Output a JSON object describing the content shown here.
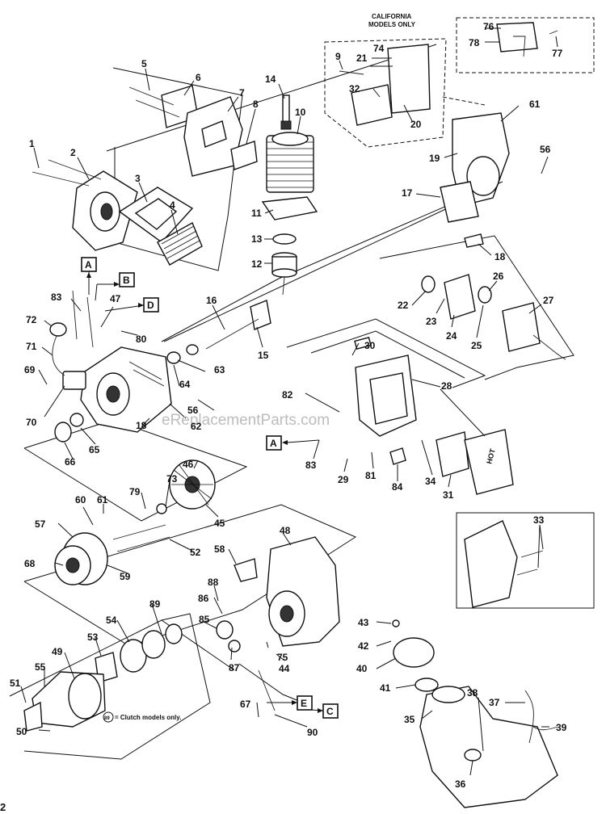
{
  "header": {
    "california_line1": "CALIFORNIA",
    "california_line2": "MODELS ONLY"
  },
  "watermark": "eReplacementParts.com",
  "note": {
    "marker": "89",
    "text": "= Clutch models only."
  },
  "muffler_tag": "HOT",
  "corner_mark": "2",
  "ref_labels": {
    "A_top": "A",
    "B": "B",
    "D": "D",
    "A_mid": "A",
    "E": "E",
    "C": "C"
  },
  "parts": {
    "p1": "1",
    "p2": "2",
    "p3": "3",
    "p4": "4",
    "p5": "5",
    "p6": "6",
    "p7": "7",
    "p8": "8",
    "p9": "9",
    "p10": "10",
    "p11": "11",
    "p12": "12",
    "p13": "13",
    "p14": "14",
    "p15": "15",
    "p16": "16",
    "p17": "17",
    "p18a": "18",
    "p18b": "18",
    "p19": "19",
    "p20": "20",
    "p21": "21",
    "p22": "22",
    "p23": "23",
    "p24": "24",
    "p25": "25",
    "p26": "26",
    "p27": "27",
    "p28": "28",
    "p29": "29",
    "p30": "30",
    "p31": "31",
    "p32": "32",
    "p33": "33",
    "p34": "34",
    "p35": "35",
    "p36": "36",
    "p37": "37",
    "p38": "38",
    "p39": "39",
    "p40": "40",
    "p41": "41",
    "p42": "42",
    "p43": "43",
    "p44": "44",
    "p45": "45",
    "p46": "46",
    "p47": "47",
    "p48": "48",
    "p49": "49",
    "p50": "50",
    "p51": "51",
    "p52": "52",
    "p53": "53",
    "p54": "54",
    "p55": "55",
    "p56a": "56",
    "p56b": "56",
    "p57": "57",
    "p58": "58",
    "p59": "59",
    "p60": "60",
    "p61a": "61",
    "p61b": "61",
    "p62": "62",
    "p63": "63",
    "p64": "64",
    "p65": "65",
    "p66": "66",
    "p67": "67",
    "p68": "68",
    "p69": "69",
    "p70": "70",
    "p71": "71",
    "p72": "72",
    "p73": "73",
    "p74": "74",
    "p75": "75",
    "p76": "76",
    "p77": "77",
    "p78": "78",
    "p79": "79",
    "p80": "80",
    "p81": "81",
    "p82": "82",
    "p83a": "83",
    "p83b": "83",
    "p84": "84",
    "p85": "85",
    "p86": "86",
    "p87": "87",
    "p88": "88",
    "p89": "89",
    "p90": "90"
  }
}
